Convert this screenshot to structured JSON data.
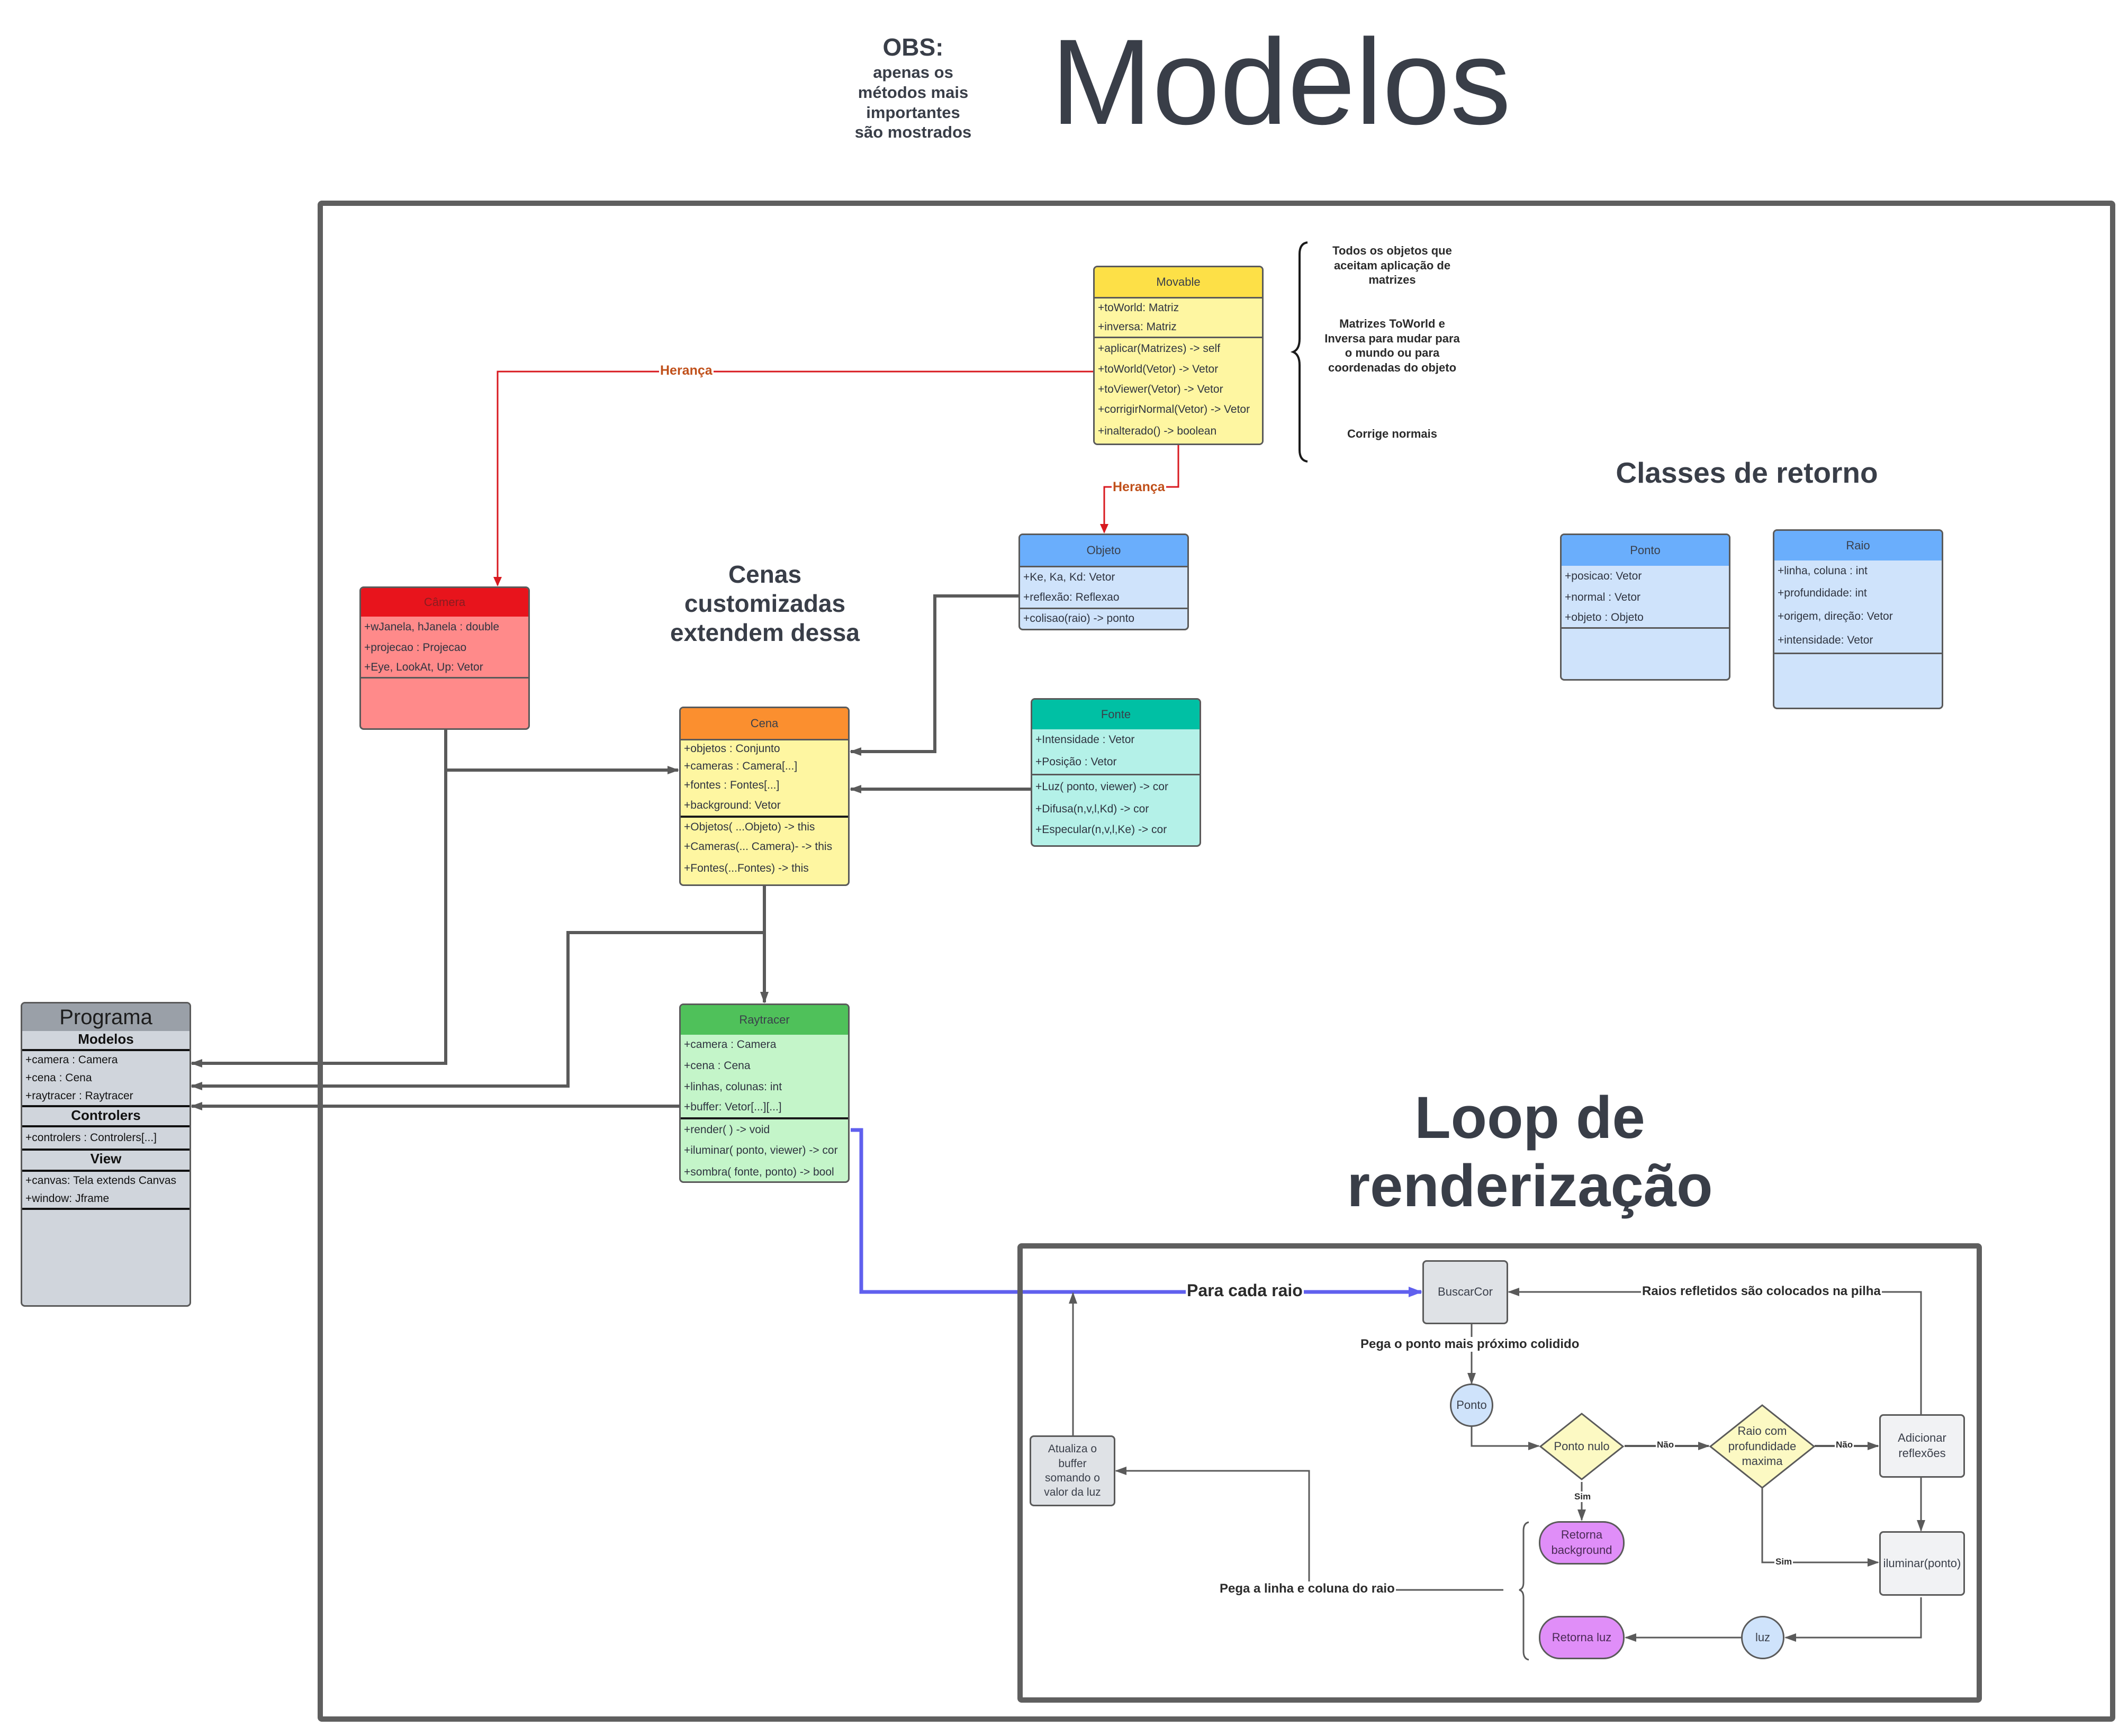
{
  "header": {
    "title": "Modelos",
    "obs_title": "OBS:",
    "obs_lines": [
      "apenas os",
      "métodos mais",
      "importantes",
      "são mostrados"
    ]
  },
  "colors": {
    "movable_header": "#fde047",
    "movable_body": "#fef6a1",
    "camera_header": "#e8141c",
    "camera_body": "#ff8a8a",
    "objeto_header": "#6aaefc",
    "objeto_body": "#cfe3fb",
    "cena_header": "#fb8f2f",
    "cena_body": "#fef6a1",
    "fonte_header": "#00c0a4",
    "fonte_body": "#b4f1e8",
    "raytracer_header": "#4fc15a",
    "raytracer_body": "#c4f5c9",
    "programa_header": "#9aa0a8",
    "programa_body": "#d0d5dc",
    "inheritance_edge": "#d8191f",
    "inheritance_label": "#c0501a",
    "ray_loop_edge": "#6060ee",
    "edge": "#5a5a5a",
    "text": "#393e48"
  },
  "annotations": {
    "movable_notes": [
      "Todos os objetos que aceitam aplicação de matrizes",
      "Matrizes ToWorld e Inversa para mudar para o mundo ou para coordenadas do objeto",
      "Corrige normais"
    ],
    "cenas_customizadas": "Cenas customizadas extendem dessa",
    "heranca_1": "Herança",
    "heranca_2": "Herança",
    "classes_retorno_title": "Classes de retorno",
    "loop_title": "Loop de renderização"
  },
  "classes": {
    "movable": {
      "name": "Movable",
      "attributes": [
        "+toWorld: Matriz",
        "+inversa: Matriz"
      ],
      "methods": [
        "+aplicar(Matrizes) -> self",
        "+toWorld(Vetor) -> Vetor",
        "+toViewer(Vetor) -> Vetor",
        "+corrigirNormal(Vetor) -> Vetor",
        "+inalterado() -> boolean"
      ]
    },
    "camera": {
      "name": "Câmera",
      "attributes": [
        "+wJanela, hJanela : double",
        "+projecao : Projecao",
        "+Eye, LookAt, Up: Vetor"
      ],
      "methods": []
    },
    "objeto": {
      "name": "Objeto",
      "attributes": [
        "+Ke, Ka, Kd: Vetor",
        "+reflexão: Reflexao"
      ],
      "methods": [
        "+colisao(raio) -> ponto"
      ]
    },
    "cena": {
      "name": "Cena",
      "attributes": [
        "+objetos :  Conjunto",
        "+cameras : Camera[...]",
        "+fontes : Fontes[...]",
        "+background: Vetor"
      ],
      "methods": [
        "+Objetos( ...Objeto) -> this",
        "+Cameras(... Camera)- -> this",
        "+Fontes(...Fontes) -> this"
      ]
    },
    "fonte": {
      "name": "Fonte",
      "attributes": [
        "+Intensidade : Vetor",
        "+Posição : Vetor"
      ],
      "methods": [
        "+Luz( ponto, viewer) -> cor",
        "+Difusa(n,v,l,Kd) -> cor",
        "+Especular(n,v,l,Ke) -> cor"
      ]
    },
    "raytracer": {
      "name": "Raytracer",
      "attributes": [
        "+camera : Camera",
        "+cena : Cena",
        "+linhas, colunas: int",
        "+buffer: Vetor[...][...]"
      ],
      "methods": [
        "+render( ) -> void",
        "+iluminar( ponto, viewer) -> cor",
        "+sombra( fonte, ponto) -> bool"
      ]
    },
    "ponto": {
      "name": "Ponto",
      "attributes": [
        "+posicao: Vetor",
        "+normal : Vetor",
        "+objeto : Objeto"
      ],
      "methods": []
    },
    "raio": {
      "name": "Raio",
      "attributes": [
        "+linha, coluna : int",
        "+profundidade: int",
        "+origem, direção: Vetor",
        "+intensidade: Vetor"
      ],
      "methods": []
    }
  },
  "programa": {
    "name": "Programa",
    "sections": [
      {
        "title": "Modelos",
        "items": [
          "+camera : Camera",
          "+cena : Cena",
          "+raytracer : Raytracer"
        ]
      },
      {
        "title": "Controlers",
        "items": [
          "+controlers : Controlers[...]"
        ]
      },
      {
        "title": "View",
        "items": [
          "+canvas: Tela extends Canvas",
          "+window: Jframe"
        ]
      }
    ]
  },
  "flow": {
    "nodes": {
      "buscar_cor": "BuscarCor",
      "ponto": "Ponto",
      "ponto_nulo": "Ponto nulo",
      "raio_profundidade": "Raio com profundidade maxima",
      "adicionar_reflexoes": "Adicionar reflexões",
      "iluminar": "iluminar(ponto)",
      "luz": "luz",
      "retorna_background": "Retorna background",
      "retorna_luz": "Retorna luz",
      "atualiza_buffer": "Atualiza o buffer somando o valor da luz"
    },
    "labels": {
      "para_cada_raio": "Para cada raio",
      "pega_ponto": "Pega o ponto mais próximo colidido",
      "raios_refletidos": "Raios refletidos são colocados na pilha",
      "pega_linha_coluna": "Pega a linha e coluna do raio",
      "nao_1": "Não",
      "nao_2": "Não",
      "sim_1": "Sim",
      "sim_2": "Sim"
    }
  }
}
